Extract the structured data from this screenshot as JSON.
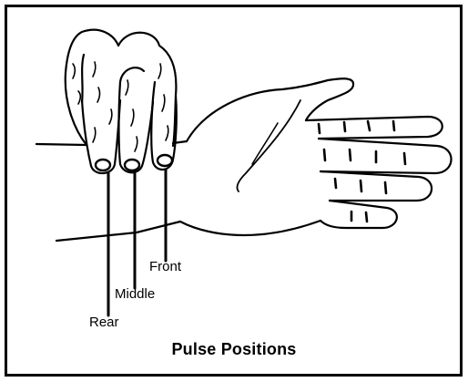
{
  "diagram": {
    "caption": "Pulse Positions",
    "labels": {
      "front": "Front",
      "middle": "Middle",
      "rear": "Rear"
    },
    "colors": {
      "line": "#000000",
      "background": "#ffffff"
    }
  }
}
